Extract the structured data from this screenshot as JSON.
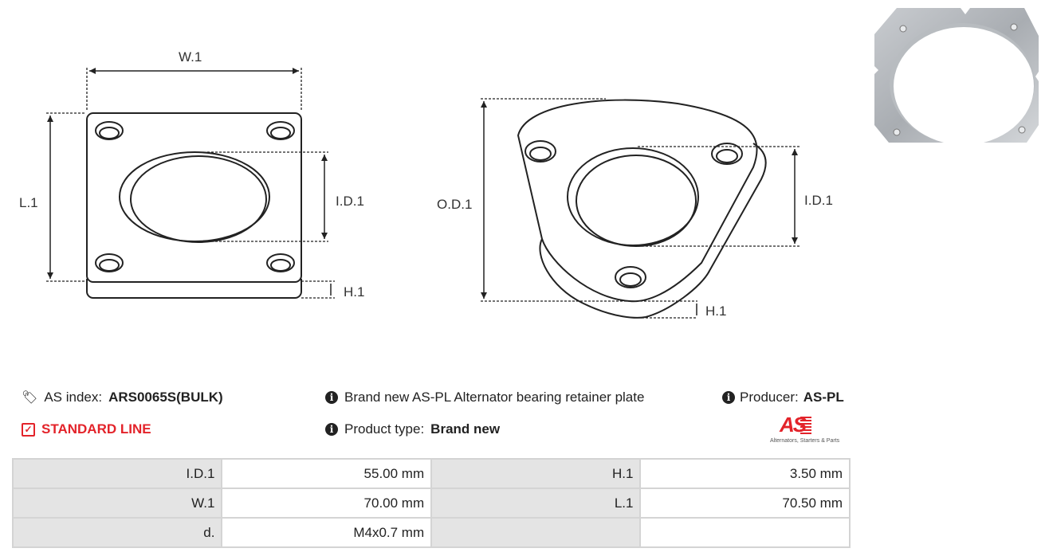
{
  "drawing": {
    "labels": {
      "w1": "W.1",
      "l1": "L.1",
      "id1": "I.D.1",
      "h1": "H.1",
      "od1": "O.D.1"
    }
  },
  "info": {
    "as_index_label": "AS index:",
    "as_index_value": "ARS0065S(BULK)",
    "standard_line": "STANDARD LINE",
    "description": "Brand new AS-PL Alternator bearing retainer plate",
    "product_type_label": "Product type:",
    "product_type_value": "Brand new",
    "producer_label": "Producer:",
    "producer_value": "AS-PL",
    "logo_text": "AS",
    "logo_tagline": "Alternators, Starters & Parts"
  },
  "colors": {
    "accent": "#e3232a"
  },
  "specs": [
    [
      {
        "label": "I.D.1",
        "value": "55.00 mm"
      },
      {
        "label": "H.1",
        "value": "3.50 mm"
      }
    ],
    [
      {
        "label": "W.1",
        "value": "70.00 mm"
      },
      {
        "label": "L.1",
        "value": "70.50 mm"
      }
    ],
    [
      {
        "label": "d.",
        "value": "M4x0.7 mm"
      },
      {
        "label": "",
        "value": ""
      }
    ]
  ]
}
